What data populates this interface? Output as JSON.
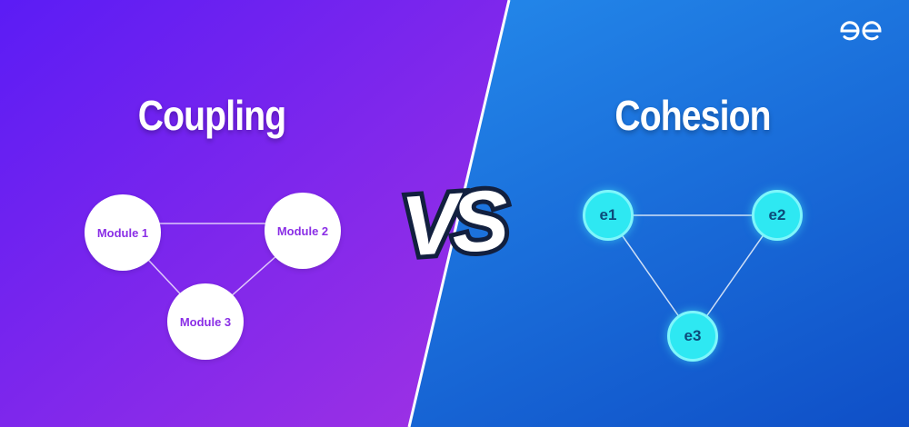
{
  "left": {
    "title": "Coupling",
    "modules": [
      "Module 1",
      "Module 2",
      "Module 3"
    ]
  },
  "right": {
    "title": "Cohesion",
    "elements": [
      "e1",
      "e2",
      "e3"
    ]
  },
  "versus_label": "VS",
  "brand": {
    "logo_icon": "geeksforgeeks-logo-icon"
  },
  "colors": {
    "left_gradient": [
      "#5b1cf5",
      "#9b2fe6"
    ],
    "right_gradient": [
      "#1e90f2",
      "#1156cc"
    ],
    "module_text": "#8a2ee6",
    "element_fill": "#2ee8f2",
    "element_text": "#0d4a7a"
  }
}
